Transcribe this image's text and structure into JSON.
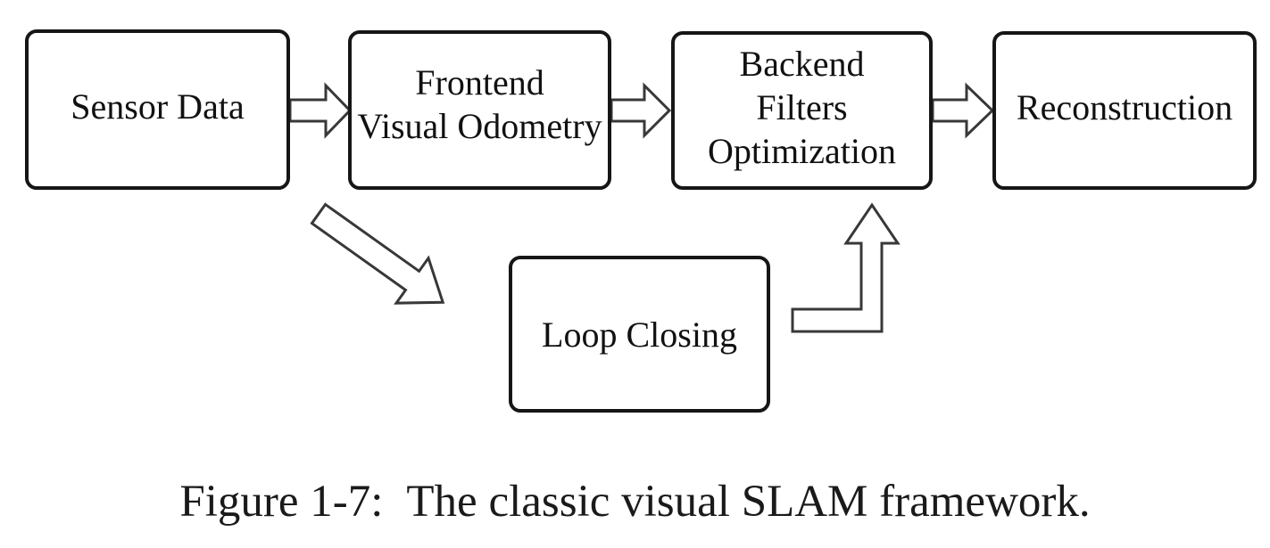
{
  "figure": {
    "nodes": [
      {
        "id": "sensor-data",
        "lines": [
          "Sensor Data"
        ]
      },
      {
        "id": "frontend-visual-odometry",
        "lines": [
          "Frontend",
          "Visual Odometry"
        ]
      },
      {
        "id": "backend-filters-optimization",
        "lines": [
          "Backend",
          "Filters",
          "Optimization"
        ]
      },
      {
        "id": "reconstruction",
        "lines": [
          "Reconstruction"
        ]
      },
      {
        "id": "loop-closing",
        "lines": [
          "Loop Closing"
        ]
      }
    ],
    "connectors": [
      {
        "from": "sensor-data",
        "to": "frontend-visual-odometry",
        "style": "block-arrow-right"
      },
      {
        "from": "frontend-visual-odometry",
        "to": "backend-filters-optimization",
        "style": "block-arrow-right"
      },
      {
        "from": "backend-filters-optimization",
        "to": "reconstruction",
        "style": "block-arrow-right"
      },
      {
        "from": "sensor-data",
        "to": "loop-closing",
        "style": "block-arrow-diagonal-down-right"
      },
      {
        "from": "loop-closing",
        "to": "backend-filters-optimization",
        "style": "block-arrow-elbow-up"
      }
    ],
    "caption": {
      "label": "Figure 1-7:",
      "text": "The classic visual SLAM framework."
    },
    "colors": {
      "background": "#ffffff",
      "box_border": "#161616",
      "arrow_outline": "#383838",
      "text": "#111111"
    }
  }
}
